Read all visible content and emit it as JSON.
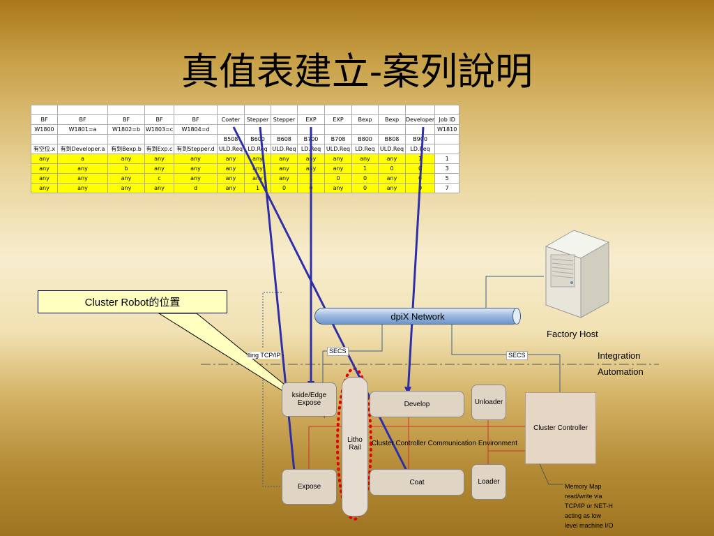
{
  "title": "真值表建立-案列說明",
  "table": {
    "rows": [
      [
        "",
        "",
        "",
        "",
        "",
        "",
        "",
        "",
        "",
        "",
        "",
        "",
        "",
        "",
        ""
      ],
      [
        "BF",
        "BF",
        "BF",
        "BF",
        "BF",
        "Coater",
        "Stepper",
        "Stepper",
        "EXP",
        "EXP",
        "Bexp",
        "Bexp",
        "Developer",
        "Job ID"
      ],
      [
        "W1800",
        "W1801=a",
        "W1802=b",
        "W1803=c",
        "W1804=d",
        "",
        "",
        "",
        "",
        "",
        "",
        "",
        "",
        "W1810"
      ],
      [
        "",
        "",
        "",
        "",
        "",
        "B508",
        "B600",
        "B608",
        "B700",
        "B708",
        "B800",
        "B808",
        "B900",
        ""
      ],
      [
        "有空位.x",
        "有到Developer.a",
        "有到Bexp.b",
        "有到Exp.c",
        "有到Stepper.d",
        "ULD.Req",
        "LD.Req",
        "ULD.Req",
        "LD.Req",
        "ULD.Req",
        "LD.Req",
        "ULD.Req",
        "LD.Req",
        ""
      ],
      [
        "any",
        "a",
        "any",
        "any",
        "any",
        "any",
        "any",
        "any",
        "any",
        "any",
        "any",
        "any",
        "1",
        "1"
      ],
      [
        "any",
        "any",
        "b",
        "any",
        "any",
        "any",
        "any",
        "any",
        "any",
        "any",
        "1",
        "0",
        "0",
        "3"
      ],
      [
        "any",
        "any",
        "any",
        "c",
        "any",
        "any",
        "any",
        "any",
        "1",
        "0",
        "0",
        "any",
        "0",
        "5"
      ],
      [
        "any",
        "any",
        "any",
        "any",
        "d",
        "any",
        "1",
        "0",
        "0",
        "any",
        "0",
        "any",
        "0",
        "7"
      ]
    ]
  },
  "callout": "Cluster Robot的位置",
  "network": "dpiX Network",
  "factory_host": "Factory Host",
  "integration": "Integration",
  "automation": "Automation",
  "polling": "lling TCP/IP",
  "secs1": "SECS",
  "secs2": "SECS",
  "modules": {
    "backside": "kside/Edge",
    "backside2": "Expose",
    "develop": "Develop",
    "unloader": "Unloader",
    "cluster_controller": "Cluster Controller",
    "litho": "Litho",
    "rail": "Rail",
    "comm_env": "Cluster Controller Communication Environment",
    "expose": "Expose",
    "coat": "Coat",
    "loader": "Loader"
  },
  "memory_note": [
    "Memory Map",
    "read/write via",
    "TCP/IP or NET-H",
    "acting as low",
    "level machine I/O"
  ]
}
